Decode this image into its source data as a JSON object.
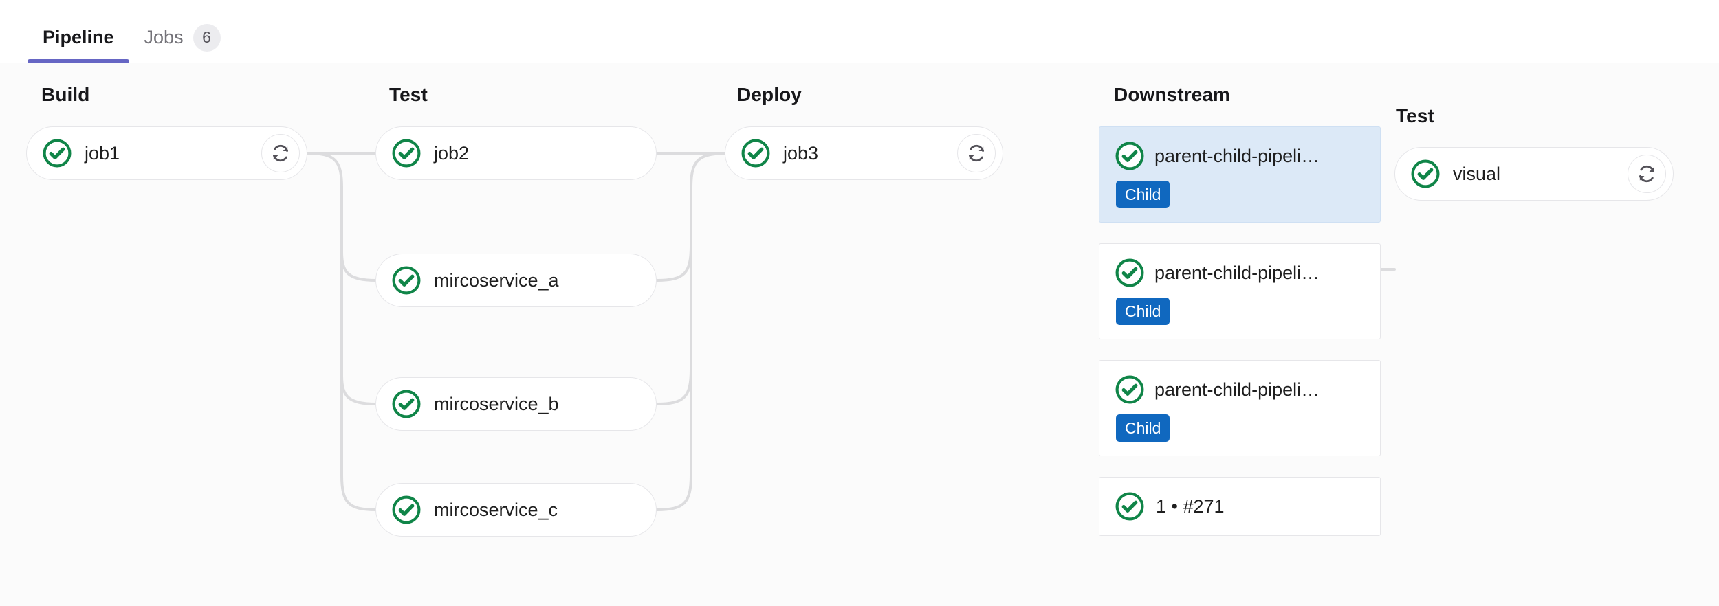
{
  "tabs": [
    {
      "id": "pipeline",
      "label": "Pipeline",
      "active": true,
      "count": null
    },
    {
      "id": "jobs",
      "label": "Jobs",
      "active": false,
      "count": "6"
    }
  ],
  "colors": {
    "accent": "#6666c4",
    "success": "#108548",
    "badge_child": "#1068bf",
    "selected_bg": "#dce9f7",
    "canvas_bg": "#fbfbfb",
    "card_border": "#e6e6e9",
    "link": "#dcdcde"
  },
  "stages": [
    {
      "id": "build",
      "title": "Build",
      "jobs": [
        {
          "name": "job1",
          "status": "success",
          "retry": true
        }
      ]
    },
    {
      "id": "test",
      "title": "Test",
      "jobs": [
        {
          "name": "job2",
          "status": "success",
          "retry": false
        },
        {
          "name": "mircoservice_a",
          "status": "success",
          "retry": false
        },
        {
          "name": "mircoservice_b",
          "status": "success",
          "retry": false
        },
        {
          "name": "mircoservice_c",
          "status": "success",
          "retry": false
        }
      ]
    },
    {
      "id": "deploy",
      "title": "Deploy",
      "jobs": [
        {
          "name": "job3",
          "status": "success",
          "retry": true
        }
      ]
    }
  ],
  "downstream": {
    "title": "Downstream",
    "cards": [
      {
        "name": "parent-child-pipeli…",
        "status": "success",
        "badge": "Child",
        "selected": true
      },
      {
        "name": "parent-child-pipeli…",
        "status": "success",
        "badge": "Child",
        "selected": false
      },
      {
        "name": "parent-child-pipeli…",
        "status": "success",
        "badge": "Child",
        "selected": false
      },
      {
        "name": "1 • #271",
        "status": "success",
        "badge": null,
        "selected": false
      }
    ]
  },
  "downstream_stage": {
    "id": "downstream-test",
    "title": "Test",
    "jobs": [
      {
        "name": "visual",
        "status": "success",
        "retry": true
      }
    ]
  },
  "icons": {
    "status_success": "status-success-icon",
    "retry": "retry-icon"
  }
}
